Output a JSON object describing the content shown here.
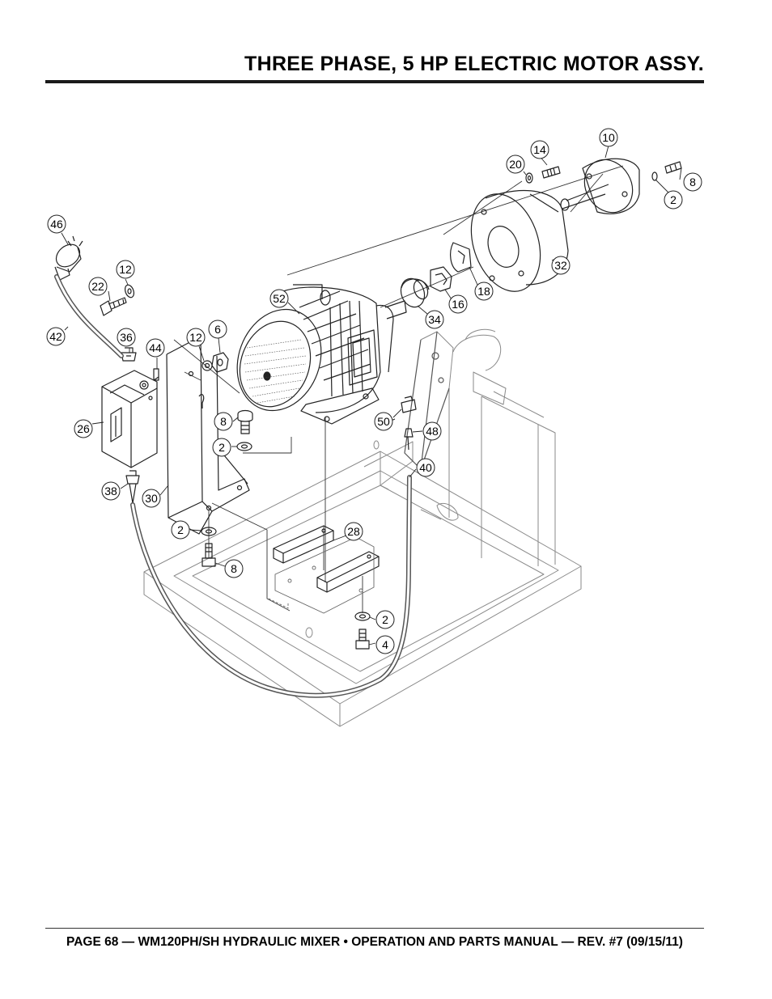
{
  "header": {
    "title": "THREE PHASE, 5 HP ELECTRIC MOTOR  ASSY."
  },
  "footer": {
    "text": "PAGE 68 — WM120PH/SH HYDRAULIC MIXER • OPERATION AND PARTS MANUAL — REV. #7 (09/15/11)"
  },
  "diagram": {
    "callouts": [
      {
        "id": "c10",
        "label": "10"
      },
      {
        "id": "c14",
        "label": "14"
      },
      {
        "id": "c20",
        "label": "20"
      },
      {
        "id": "c8a",
        "label": "8"
      },
      {
        "id": "c2a",
        "label": "2"
      },
      {
        "id": "c46",
        "label": "46"
      },
      {
        "id": "c32",
        "label": "32"
      },
      {
        "id": "c12a",
        "label": "12"
      },
      {
        "id": "c22",
        "label": "22"
      },
      {
        "id": "c52",
        "label": "52"
      },
      {
        "id": "c18",
        "label": "18"
      },
      {
        "id": "c16",
        "label": "16"
      },
      {
        "id": "c34",
        "label": "34"
      },
      {
        "id": "c42",
        "label": "42"
      },
      {
        "id": "c36",
        "label": "36"
      },
      {
        "id": "c44",
        "label": "44"
      },
      {
        "id": "c12b",
        "label": "12"
      },
      {
        "id": "c6",
        "label": "6"
      },
      {
        "id": "c26",
        "label": "26"
      },
      {
        "id": "c8b",
        "label": "8"
      },
      {
        "id": "c2b",
        "label": "2"
      },
      {
        "id": "c50",
        "label": "50"
      },
      {
        "id": "c48",
        "label": "48"
      },
      {
        "id": "c40",
        "label": "40"
      },
      {
        "id": "c38",
        "label": "38"
      },
      {
        "id": "c30",
        "label": "30"
      },
      {
        "id": "c2c",
        "label": "2"
      },
      {
        "id": "c28",
        "label": "28"
      },
      {
        "id": "c8c",
        "label": "8"
      },
      {
        "id": "c2d",
        "label": "2"
      },
      {
        "id": "c4",
        "label": "4"
      }
    ]
  }
}
